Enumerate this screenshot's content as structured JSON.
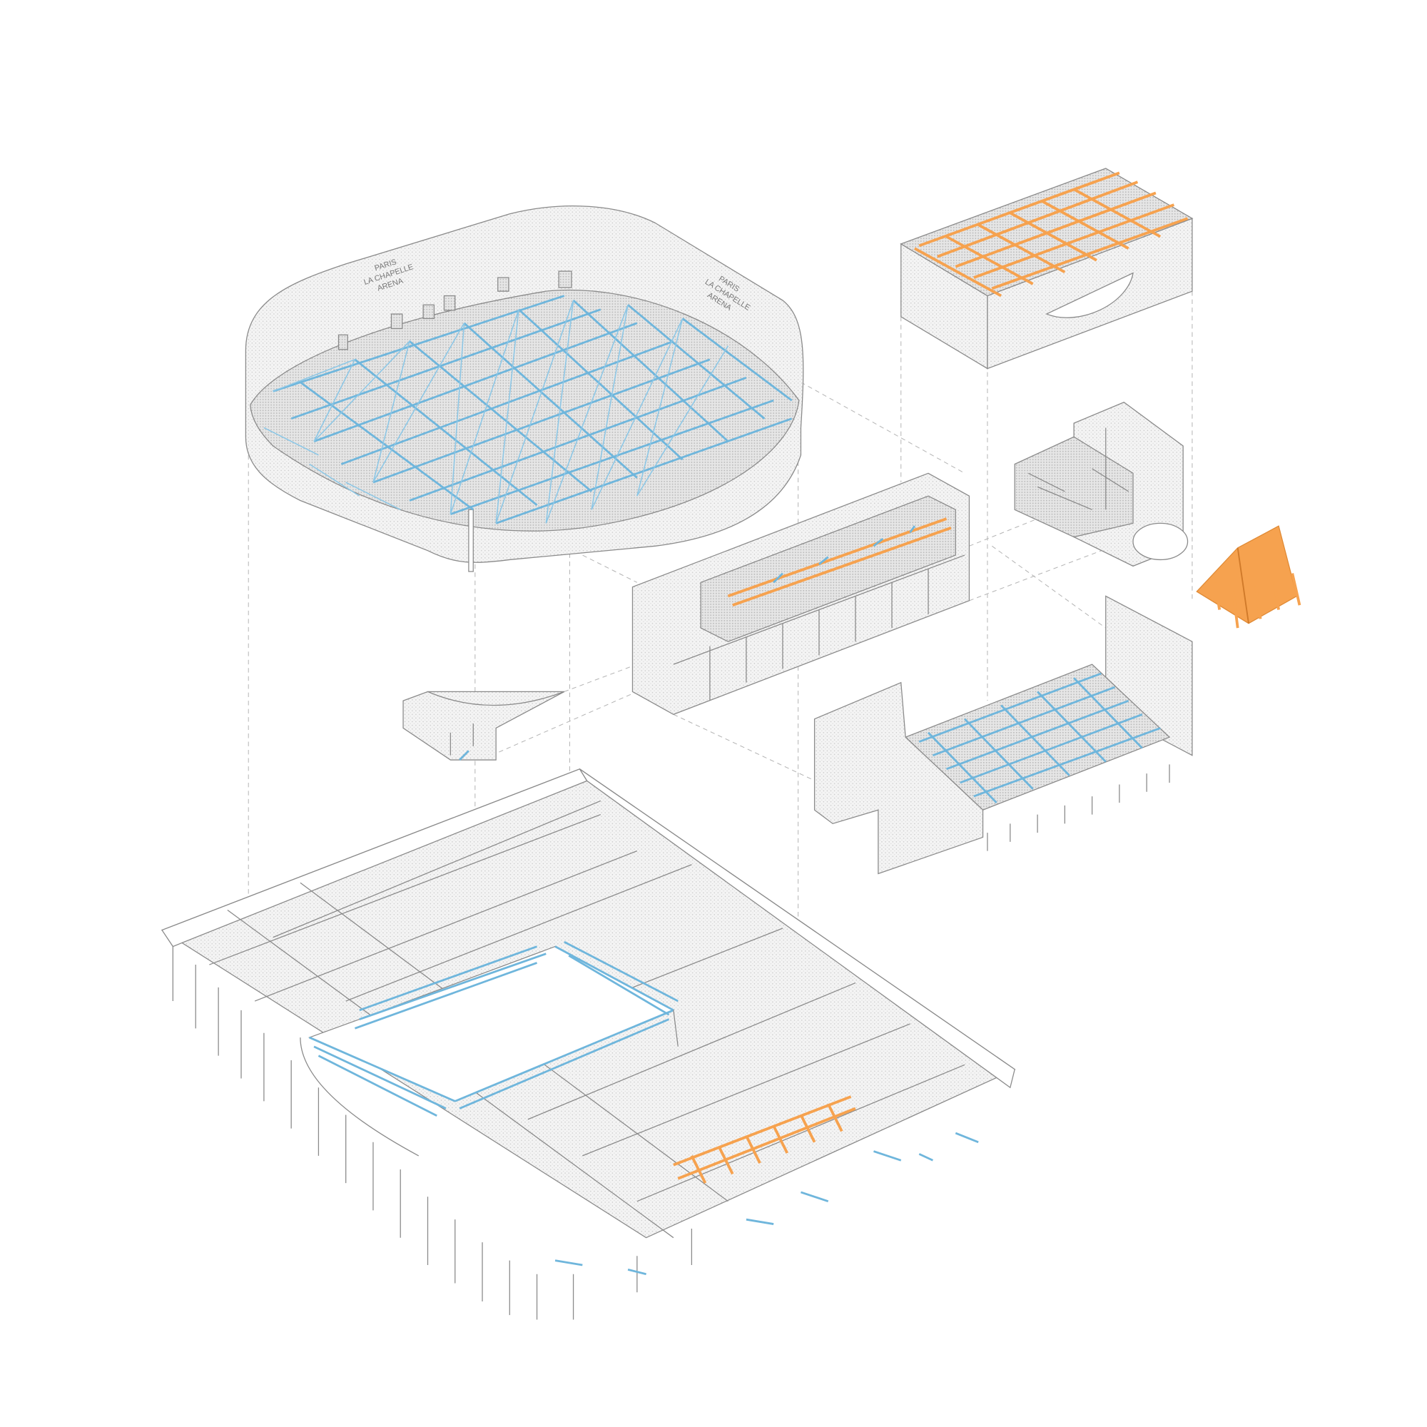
{
  "diagram": {
    "title": "Exploded axonometric — Paris La Chapelle Arena",
    "roof_signage_left": {
      "line1": "PARIS",
      "line2": "LA CHAPELLE",
      "line3": "ARENA"
    },
    "roof_signage_right": {
      "line1": "PARIS",
      "line2": "LA CHAPELLE",
      "line3": "ARENA"
    },
    "colors": {
      "steel_structure": "#6fb6dc",
      "timber_structure": "#f6a24f",
      "linework": "#8a8a8a",
      "background": "#ffffff"
    }
  }
}
